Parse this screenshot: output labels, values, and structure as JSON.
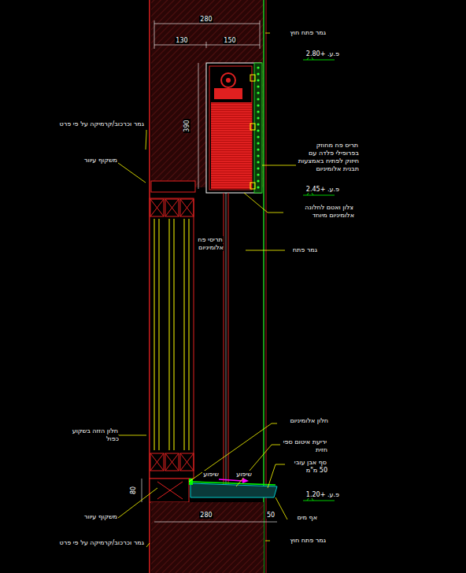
{
  "diagram": {
    "labels": [
      "280",
      "130",
      "150",
      "גמר פתח חוץ",
      "פ.ע. +2.80",
      "390",
      "גמר וכרכוב/קרמיקה על פי פרט",
      "משקוף עיוור",
      "תריס פח מחוזק בפרופילי פלדה עם חיזוק לפתיח באמצעות תבנית אלומיניום",
      "פ.ע. +2.45",
      "צלון ואטם לחלונה אלומיניום מיוחד",
      "גמר פתח",
      "תריסי פח אלומיניום",
      "חלון אלומיניום",
      "חלון הזזה בשקוע כפול",
      "יריעת איטום ספי חזית",
      "סף אבן עובי 50 מ\"מ",
      "שיפוע",
      "שיפוע",
      "פ.ע. +1.20",
      "80",
      "משקוף עיוור",
      "280",
      "50",
      "אף מים",
      "גמר וכרכוב/קרמיקה על פי פרט",
      "גמר פתח חוץ"
    ]
  }
}
